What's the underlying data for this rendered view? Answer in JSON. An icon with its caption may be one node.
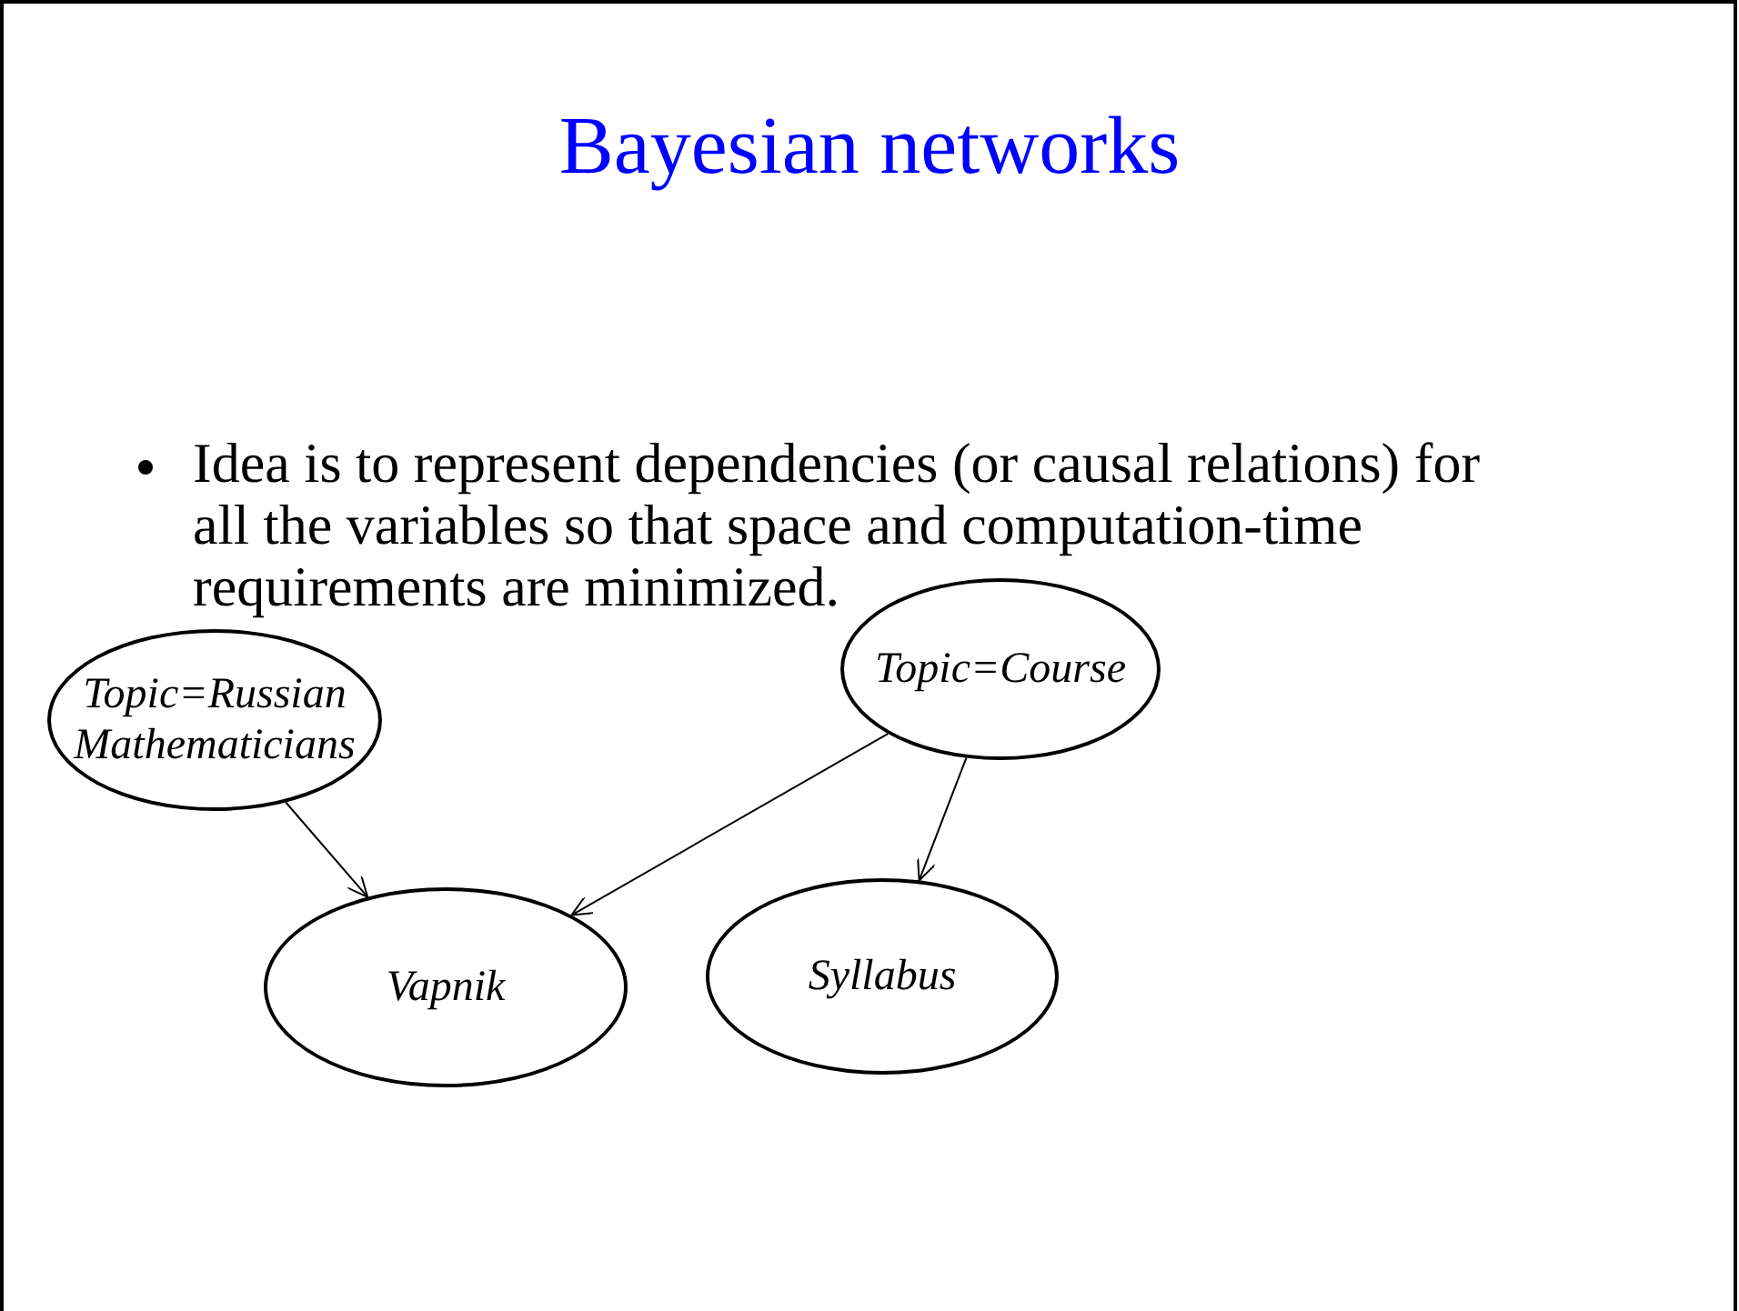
{
  "diagram": {
    "title": "Bayesian networks",
    "nodes": [
      {
        "text": [
          "Topic=Russian Mathematicians"
        ]
      },
      {
        "text": [
          "Topic=Course"
        ]
      },
      {
        "text": [
          "Vapnik"
        ]
      },
      {
        "text": [
          "Syllabus"
        ]
      }
    ],
    "edges": [
      {
        "from": 0,
        "to": 2,
        "arrow": "to"
      },
      {
        "from": 1,
        "to": 2,
        "arrow": "to"
      },
      {
        "from": 1,
        "to": 3,
        "arrow": "to"
      }
    ],
    "labels": [
      "Idea is to represent dependencies (or causal relations) for all the variables so that space and computation-time requirements are minimized."
    ]
  }
}
